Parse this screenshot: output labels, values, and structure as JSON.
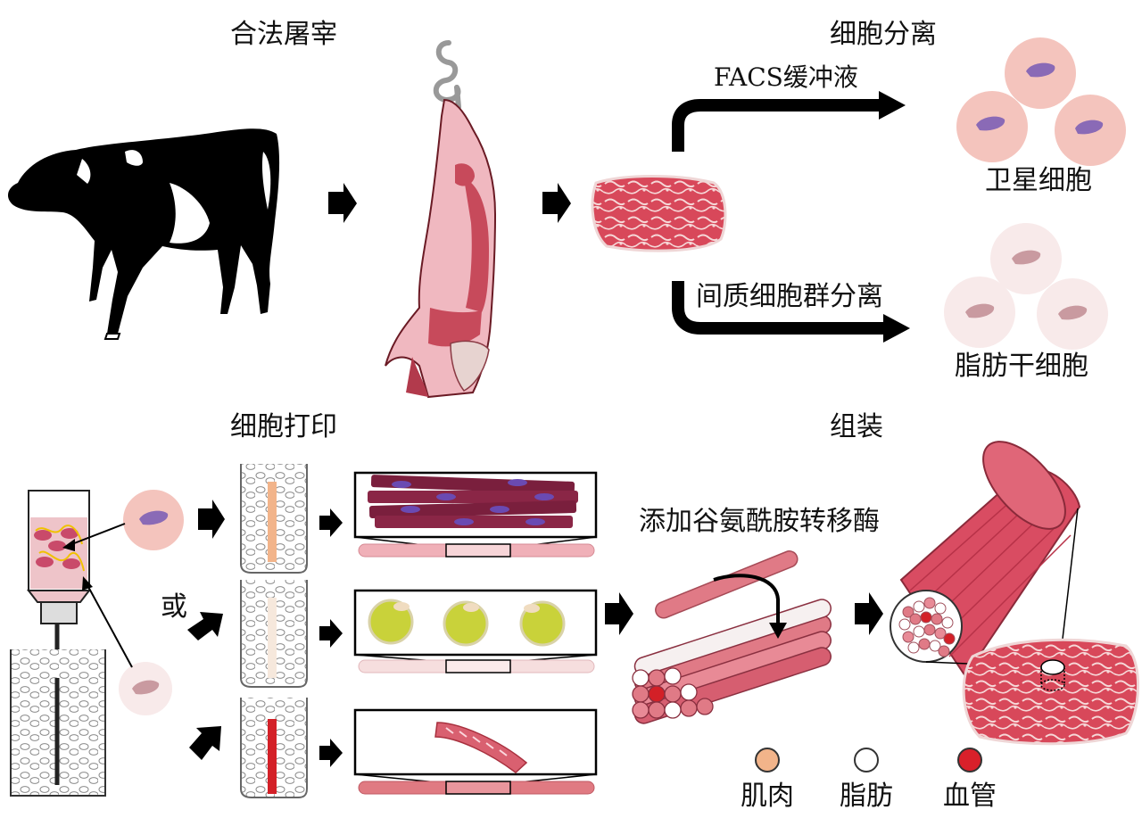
{
  "steps": {
    "slaughter": "合法屠宰",
    "cell_isolation": "细胞分离",
    "cell_printing": "细胞打印",
    "assembly": "组装"
  },
  "branches": {
    "facs": "FACS缓冲液",
    "mesenchymal": "间质细胞群分离"
  },
  "cell_types": {
    "satellite": "卫星细胞",
    "adipose_stem": "脂肪干细胞"
  },
  "connector_or": "或",
  "enzyme": "添加谷氨酰胺转移酶",
  "legend": [
    {
      "label": "肌肉",
      "color": "#f2b48a"
    },
    {
      "label": "脂肪",
      "color": "#ffffff"
    },
    {
      "label": "血管",
      "color": "#d9202a"
    }
  ],
  "colors": {
    "muscle_fiber": "#7a1f3d",
    "fat_cell": "#c9d23a",
    "blood_vessel": "#d32027",
    "meat": "#d8485a",
    "satellite_cell": "#f4c4bd",
    "adipose_cell": "#f6e6e4"
  }
}
